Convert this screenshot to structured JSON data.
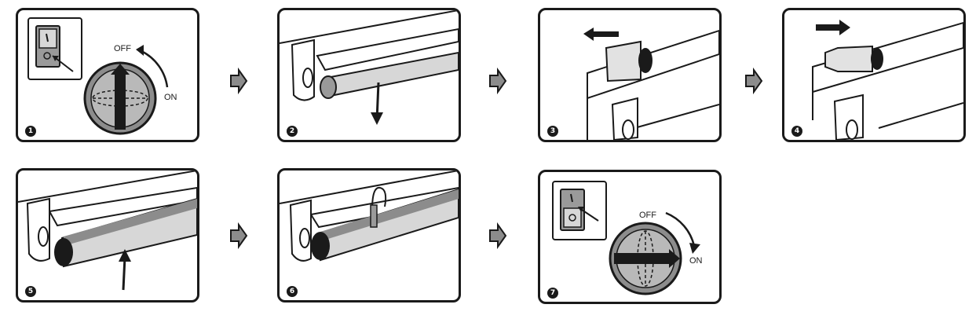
{
  "steps": [
    {
      "number": "1"
    },
    {
      "number": "2"
    },
    {
      "number": "3"
    },
    {
      "number": "4"
    },
    {
      "number": "5"
    },
    {
      "number": "6"
    },
    {
      "number": "7"
    }
  ],
  "dial_labels": {
    "off": "OFF",
    "on": "ON"
  },
  "colors": {
    "ink": "#1a1a1a",
    "tube": "#d7d7d7",
    "tube_shade": "#9a9a9a",
    "dial": "#8c8c8c",
    "dial_face": "#b9b9b9"
  }
}
